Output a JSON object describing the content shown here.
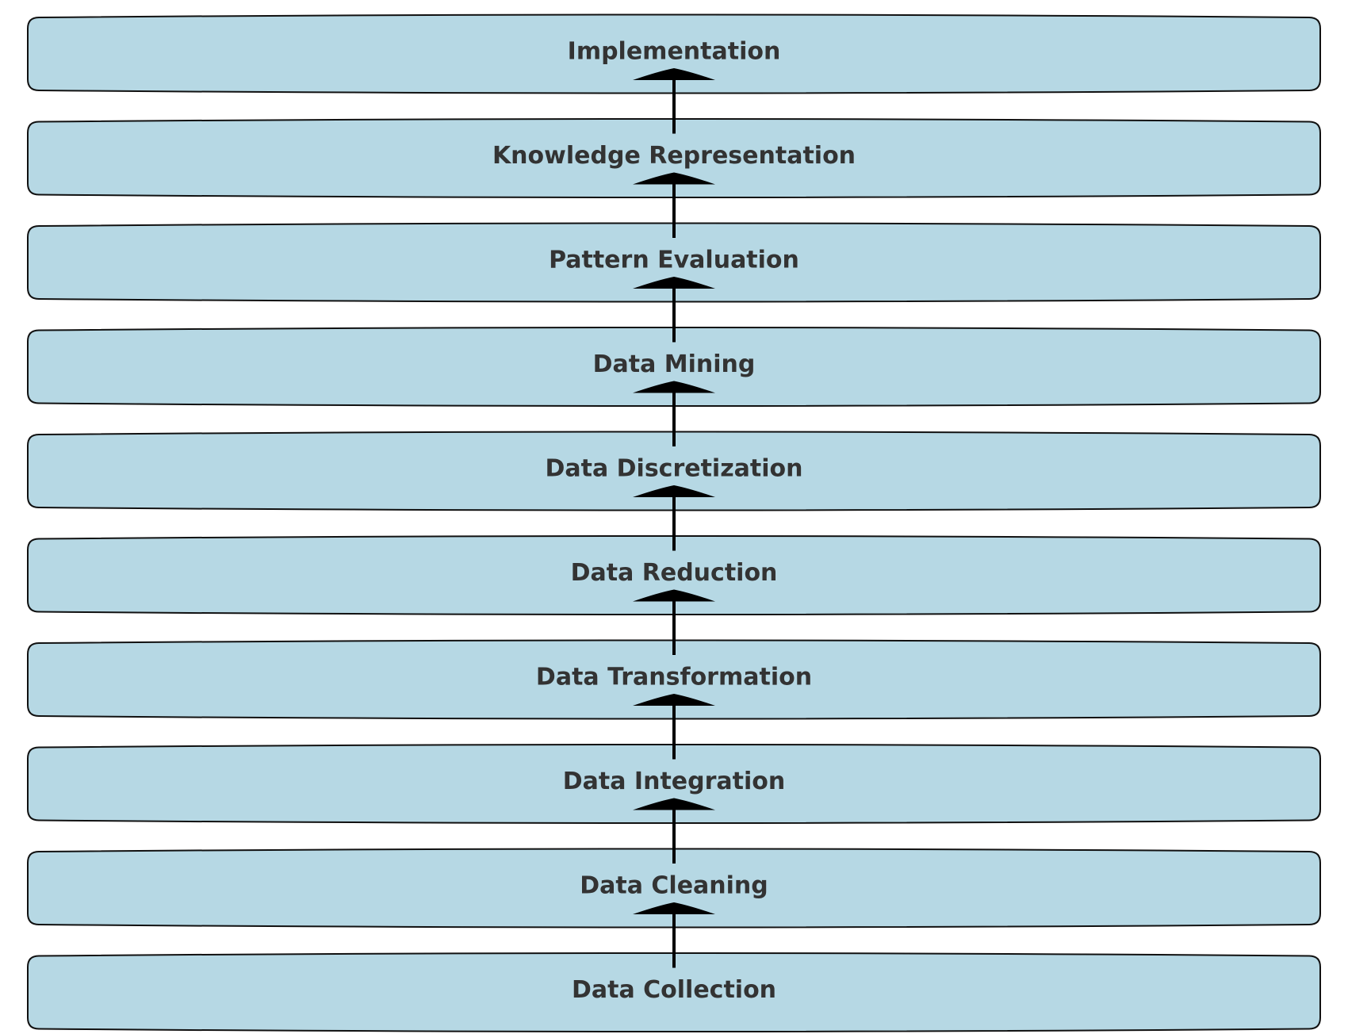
{
  "diagram": {
    "type": "flowchart-vertical",
    "direction": "bottom-to-top",
    "stage_fill": "#b6d8e4",
    "stage_border": "#111111",
    "arrow_color": "#000000",
    "text_color": "#333333",
    "stages": [
      {
        "label": "Implementation"
      },
      {
        "label": "Knowledge Representation"
      },
      {
        "label": "Pattern Evaluation"
      },
      {
        "label": "Data Mining"
      },
      {
        "label": "Data Discretization"
      },
      {
        "label": "Data Reduction"
      },
      {
        "label": "Data Transformation"
      },
      {
        "label": "Data Integration"
      },
      {
        "label": "Data Cleaning"
      },
      {
        "label": "Data Collection"
      }
    ]
  }
}
